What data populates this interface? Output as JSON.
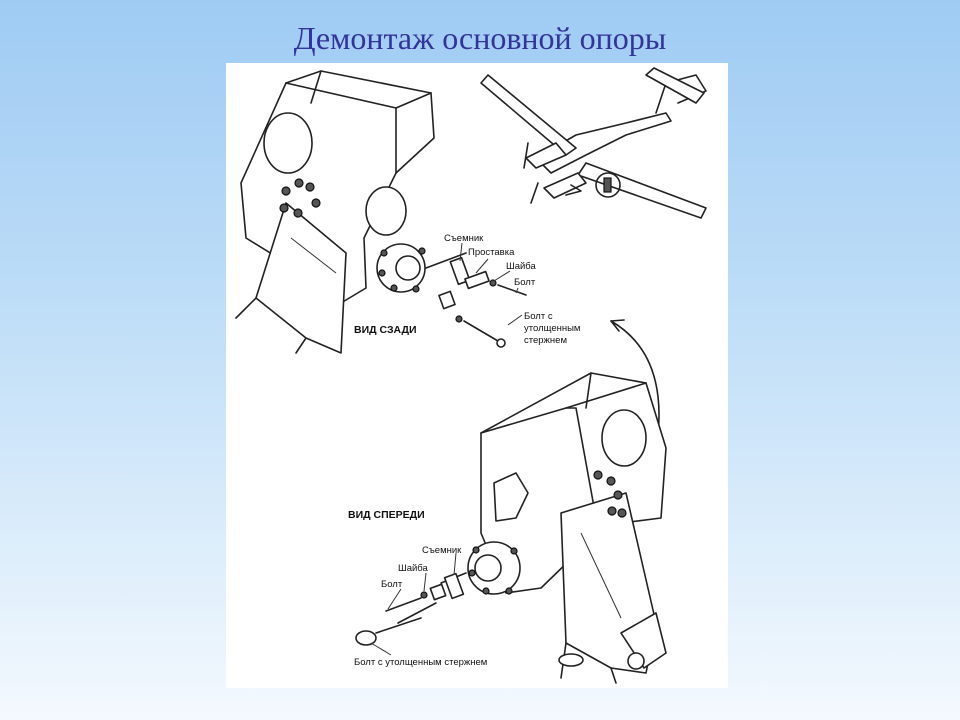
{
  "slide": {
    "title": "Демонтаж основной опоры"
  },
  "diagram": {
    "rear_view": {
      "view_label": "ВИД СЗАДИ",
      "callouts": {
        "puller": "Съемник",
        "spacer": "Проставка",
        "washer": "Шайба",
        "bolt": "Болт",
        "thick_bolt_line1": "Болт с",
        "thick_bolt_line2": "утолщенным",
        "thick_bolt_line3": "стержнем"
      }
    },
    "front_view": {
      "view_label": "ВИД СПЕРЕДИ",
      "callouts": {
        "puller": "Съемник",
        "washer": "Шайба",
        "bolt": "Болт",
        "thick_bolt": "Болт с утолщенным стержнем"
      }
    }
  }
}
